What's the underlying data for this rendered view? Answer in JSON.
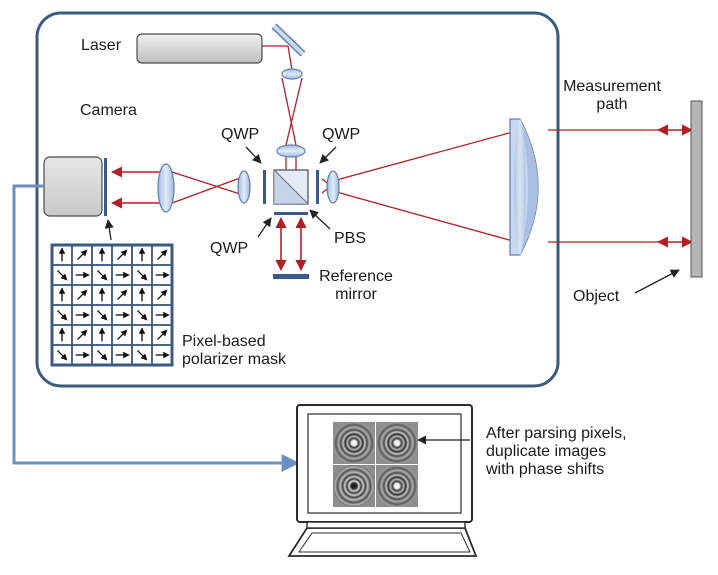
{
  "labels": {
    "laser": "Laser",
    "camera": "Camera",
    "qwp_left": "QWP",
    "qwp_right": "QWP",
    "qwp_bottom": "QWP",
    "pbs": "PBS",
    "reference_mirror_line1": "Reference",
    "reference_mirror_line2": "mirror",
    "measurement_path_line1": "Measurement",
    "measurement_path_line2": "path",
    "object": "Object",
    "mask_line1": "Pixel-based",
    "mask_line2": "polarizer mask",
    "monitor_line1": "After parsing pixels,",
    "monitor_line2": "duplicate images",
    "monitor_line3": "with phase shifts"
  },
  "colors": {
    "enclosure": "#3d5a80",
    "beam": "#b02025",
    "optic_fill": "#c9d8ef",
    "optic_stroke": "#5f7fb0",
    "plate": "#3a5a8c",
    "device_fill": "#d9d9d9",
    "device_stroke": "#4a4a4a",
    "signal_line": "#6b8fc0"
  },
  "polarizer_mask": {
    "rows": 6,
    "cols": 6,
    "arrow_icons": [
      [
        "arrow-up-icon",
        "arrow-up-right-icon",
        "arrow-up-icon",
        "arrow-up-right-icon",
        "arrow-up-icon",
        "arrow-up-right-icon"
      ],
      [
        "arrow-down-right-icon",
        "arrow-right-icon",
        "arrow-down-right-icon",
        "arrow-right-icon",
        "arrow-down-right-icon",
        "arrow-right-icon"
      ],
      [
        "arrow-up-icon",
        "arrow-up-right-icon",
        "arrow-up-icon",
        "arrow-up-right-icon",
        "arrow-up-icon",
        "arrow-up-right-icon"
      ],
      [
        "arrow-down-right-icon",
        "arrow-right-icon",
        "arrow-down-right-icon",
        "arrow-right-icon",
        "arrow-down-right-icon",
        "arrow-right-icon"
      ],
      [
        "arrow-up-icon",
        "arrow-up-right-icon",
        "arrow-up-icon",
        "arrow-up-right-icon",
        "arrow-up-icon",
        "arrow-up-right-icon"
      ],
      [
        "arrow-down-right-icon",
        "arrow-right-icon",
        "arrow-down-right-icon",
        "arrow-right-icon",
        "arrow-down-right-icon",
        "arrow-right-icon"
      ]
    ]
  },
  "fringe_images": [
    {
      "tone": "light-center"
    },
    {
      "tone": "light-center"
    },
    {
      "tone": "dark-center"
    },
    {
      "tone": "light-center"
    }
  ]
}
